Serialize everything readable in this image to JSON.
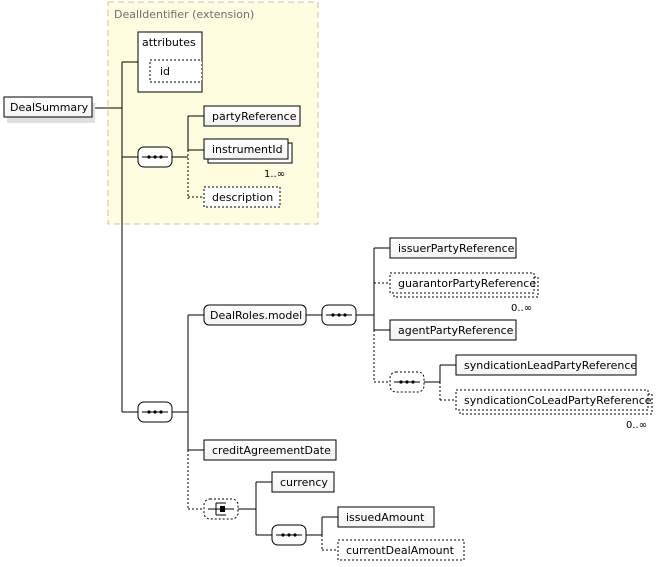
{
  "root": {
    "name": "DealSummary"
  },
  "extension": {
    "title": "DealIdentifier (extension)",
    "attributes_label": "attributes",
    "attribute_id": "id",
    "elements": [
      {
        "name": "partyReference",
        "optional": false,
        "multiple": false
      },
      {
        "name": "instrumentId",
        "optional": false,
        "multiple": true,
        "occurrence": "1..∞"
      },
      {
        "name": "description",
        "optional": true,
        "multiple": false
      }
    ]
  },
  "deal_roles": {
    "group": "DealRoles.model",
    "elements": [
      {
        "name": "issuerPartyReference",
        "optional": false,
        "multiple": false
      },
      {
        "name": "guarantorPartyReference",
        "optional": true,
        "multiple": true,
        "occurrence": "0..∞"
      },
      {
        "name": "agentPartyReference",
        "optional": false,
        "multiple": false
      }
    ],
    "syndication": [
      {
        "name": "syndicationLeadPartyReference",
        "optional": false,
        "multiple": false
      },
      {
        "name": "syndicationCoLeadPartyReference",
        "optional": true,
        "multiple": true,
        "occurrence": "0..∞"
      }
    ]
  },
  "credit_agreement_date": "creditAgreementDate",
  "choice": {
    "currency": "currency",
    "issued_amount": "issuedAmount",
    "current_deal_amount": "currentDealAmount"
  },
  "colors": {
    "extension_fill": "#fefde0",
    "extension_border": "#c8c8a0",
    "line": "#000000",
    "box_fill": "#ffffff",
    "compositor_fill": "#eeeeee"
  }
}
